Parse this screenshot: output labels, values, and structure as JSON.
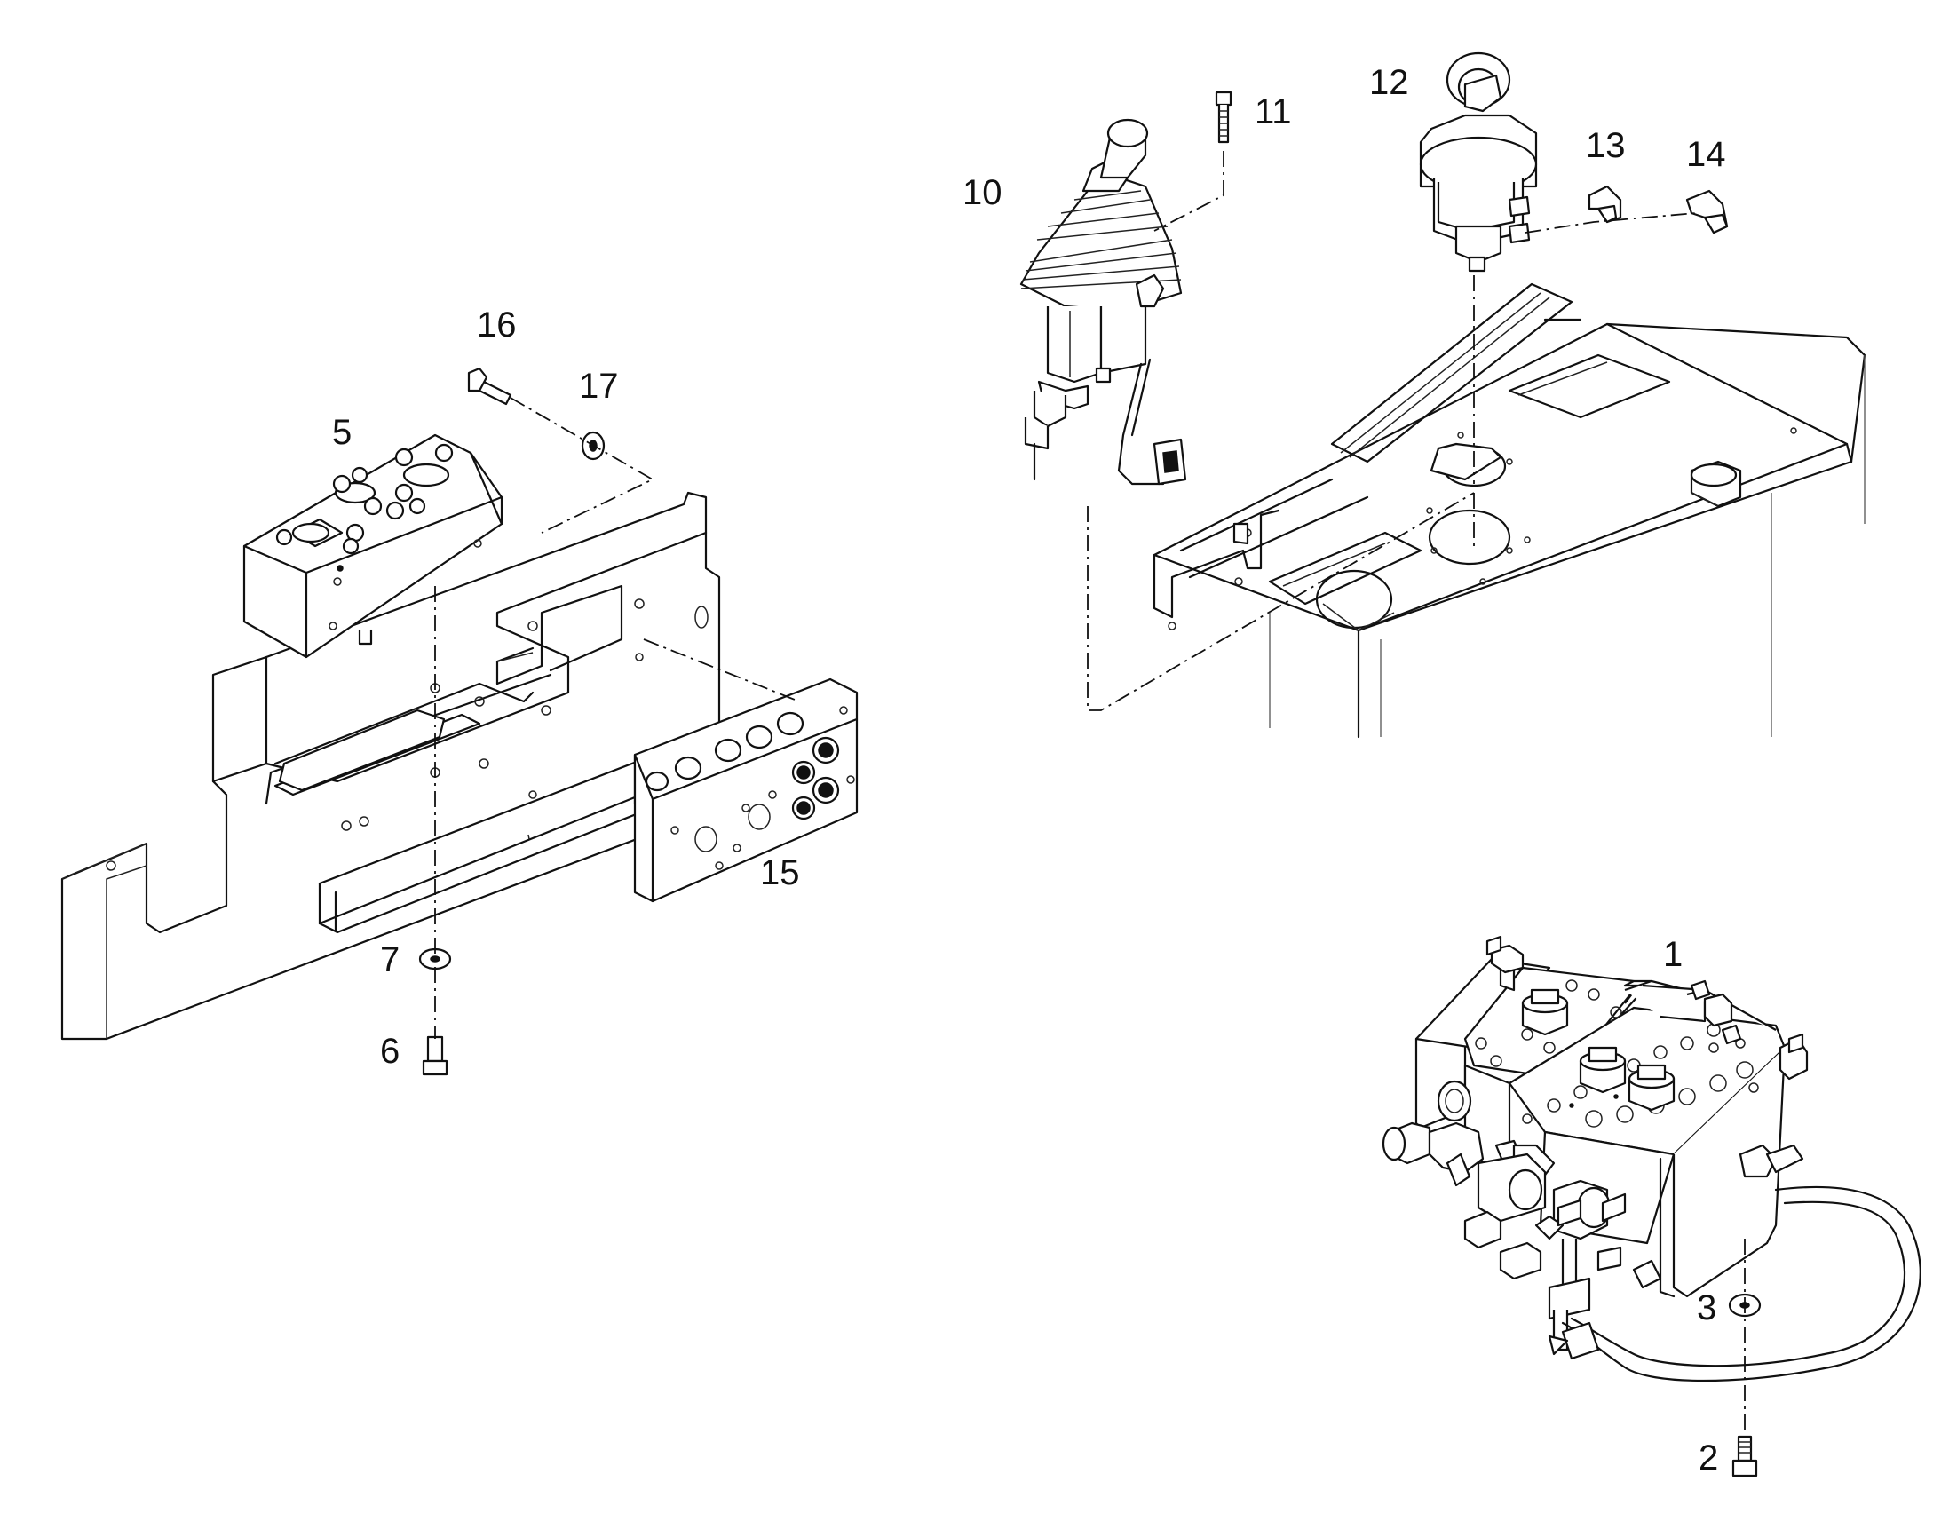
{
  "callouts": {
    "c1": "1",
    "c2": "2",
    "c3": "3",
    "c5": "5",
    "c6": "6",
    "c7": "7",
    "c10": "10",
    "c11": "11",
    "c12": "12",
    "c13": "13",
    "c14": "14",
    "c15": "15",
    "c16": "16",
    "c17": "17"
  }
}
